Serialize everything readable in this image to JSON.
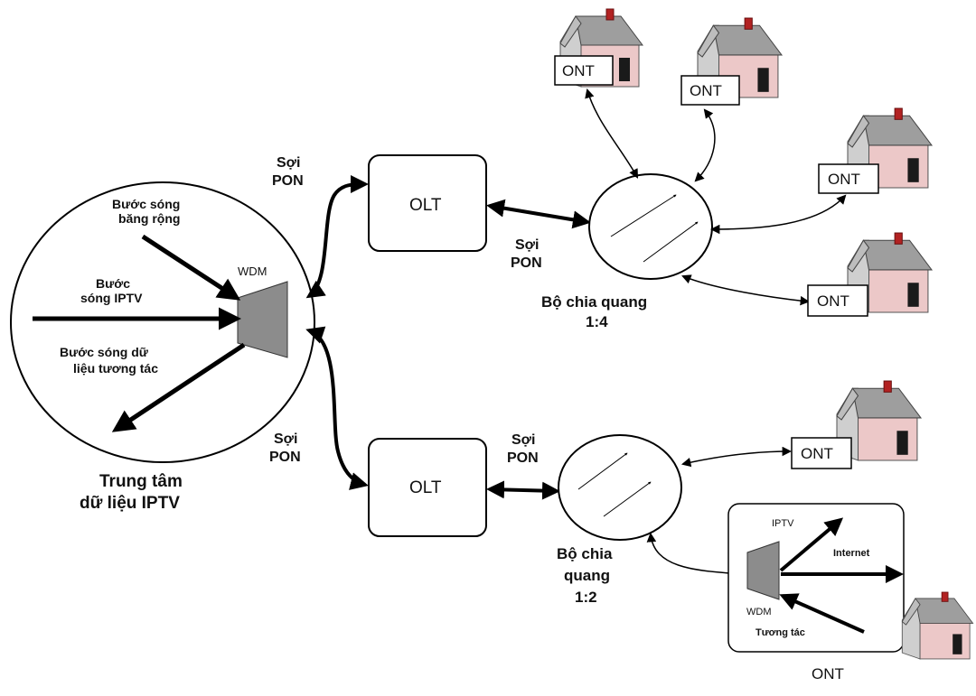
{
  "center": {
    "title_line1": "Trung tâm",
    "title_line2": "dữ liệu IPTV",
    "wdm_label": "WDM",
    "broadband_line1": "Bước sóng",
    "broadband_line2": "băng rộng",
    "iptv_line1": "Bước",
    "iptv_line2": "sóng IPTV",
    "interactive_line1": "Bước sóng dữ",
    "interactive_line2": "liệu tương tác"
  },
  "fiber": {
    "line1": "Sợi",
    "line2": "PON"
  },
  "olt_label": "OLT",
  "ont_label": "ONT",
  "splitter_top": {
    "line1": "Bộ chia quang",
    "line2": "1:4"
  },
  "splitter_bottom": {
    "line1": "Bộ chia",
    "line2": "quang",
    "line3": "1:2"
  },
  "home_box": {
    "iptv": "IPTV",
    "internet": "Internet",
    "wdm": "WDM",
    "interactive": "Tương tác",
    "ont": "ONT"
  },
  "colors": {
    "house_wall_front": "#e9c9c9",
    "house_wall_side": "#d9d9d9",
    "house_roof": "#9a9a9a",
    "house_chimney": "#b22222",
    "wdm_fill": "#8c8c8c",
    "stroke": "#000000"
  }
}
